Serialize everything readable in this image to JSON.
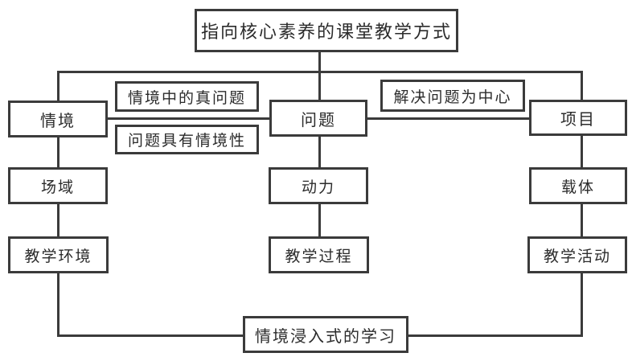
{
  "diagram": {
    "title_node": {
      "label": "指向核心素养的课堂教学方式"
    },
    "pillars": [
      {
        "key": "situation",
        "label": "情境"
      },
      {
        "key": "problem",
        "label": "问题"
      },
      {
        "key": "project",
        "label": "项目"
      }
    ],
    "connector_labels": [
      {
        "key": "real-problem-in-situation",
        "label": "情境中的真问题"
      },
      {
        "key": "problem-has-situationality",
        "label": "问题具有情境性"
      },
      {
        "key": "problem-solving-centered",
        "label": "解决问题为中心"
      }
    ],
    "row_roles": [
      {
        "key": "field",
        "label": "场域"
      },
      {
        "key": "motivation",
        "label": "动力"
      },
      {
        "key": "carrier",
        "label": "载体"
      }
    ],
    "row_outcomes": [
      {
        "key": "teaching-environment",
        "label": "教学环境"
      },
      {
        "key": "teaching-process",
        "label": "教学过程"
      },
      {
        "key": "teaching-activity",
        "label": "教学活动"
      }
    ],
    "bottom_node": {
      "label": "情境浸入式的学习"
    },
    "colors": {
      "background": "#ffffff",
      "stroke": "#3b3b3b",
      "text": "#2b2b2b"
    }
  }
}
